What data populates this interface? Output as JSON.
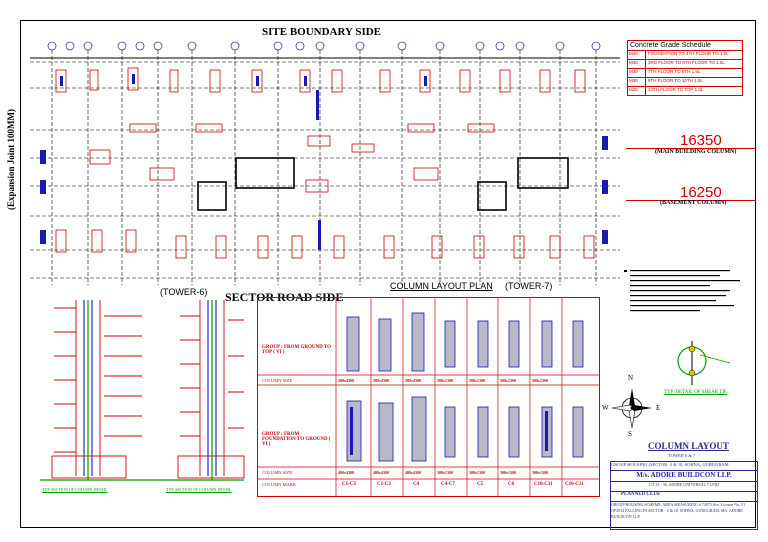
{
  "header": {
    "site_boundary": "SITE BOUNDARY SIDE",
    "sector_road": "SECTOR ROAD SIDE",
    "expansion_joint": "(Expansion Joint 100MM)",
    "column_layout_plan": "COLUMN LAYOUT PLAN",
    "tower_left": "(TOWER-6)",
    "tower_right": "(TOWER-7)"
  },
  "levels": {
    "main_value": "16350",
    "main_label": "(MAIN BUILDING COLUMN)",
    "basement_value": "16250",
    "basement_label": "(BASEMENT COLUMN)"
  },
  "concrete_schedule": {
    "title": "Concrete Grade Schedule",
    "rows": [
      {
        "grade": "M40",
        "range": "FOUNDATION TO 4TH FLOOR TO 1.5L"
      },
      {
        "grade": "M35",
        "range": "3RD FLOOR TO 6TH FLOOR TO 1.5L"
      },
      {
        "grade": "M30",
        "range": "7TH FLOOR TO 9TH 1.5L"
      },
      {
        "grade": "M30",
        "range": "9TH FLOOR TO 10TH 1.5L"
      },
      {
        "grade": "M25",
        "range": "13TH FLOOR TO TOP 1.5L"
      }
    ]
  },
  "schedule_table": {
    "group1_label": "GROUP : FROM GROUND TO TOP ( VI )",
    "group2_label": "GROUP : FROM FOUNDATION TO GROUND ( VI )",
    "row_label_size": "COLUMN SIZE",
    "row_label_mark": "COLUMN MARK",
    "sizes_top": [
      "300x4300",
      "300x4300",
      "300x4300",
      "300x1300",
      "300x1300",
      "300x1300",
      "300x1300"
    ],
    "sizes_bottom": [
      "400x4300",
      "400x4300",
      "400x4300",
      "300x1300",
      "300x1300",
      "300x1300",
      "300x1300"
    ],
    "marks": [
      "C1-C3",
      "C1-C3",
      "C4",
      "C4-C7",
      "C5",
      "C6",
      "C10-C11",
      "C10-C11"
    ]
  },
  "sections": {
    "left_caption": "TYP. SECTION OF COLUMN DETAIL",
    "right_caption": "TYP. SECTION OF COLUMN DETAIL"
  },
  "compass": {
    "n": "N",
    "s": "S",
    "e": "E",
    "w": "W"
  },
  "detail_caption": "TYP. DETAIL OF SHEAR TIE",
  "title_block": {
    "drawing_title": "COLUMN LAYOUT",
    "drawing_sub": "TOWER 6 & 7",
    "project": "GROUP HOUSING (SECTOR -2 & 10, SOHNA, GURUGRAM",
    "client": "M/s. ADORE BUILDCON LLP.",
    "address": "UT 33 - 36, ADORE UNIVERSAL 7 LPHJ",
    "consultant": "PLANNED CLUE",
    "notes": "GROUP HOUSING SCHEME, AREA MEASURING 6.74975 Acs. License No. 51 OF2014 FALLING IN SECTOR - 2 & 10, SOHNA, GURUGRAM, M/s. ADORE BUILDCON LLP."
  },
  "colors": {
    "red": "#d00000",
    "blue": "#1a1ab0",
    "dark": "#000000",
    "navy": "#2a2a90"
  }
}
